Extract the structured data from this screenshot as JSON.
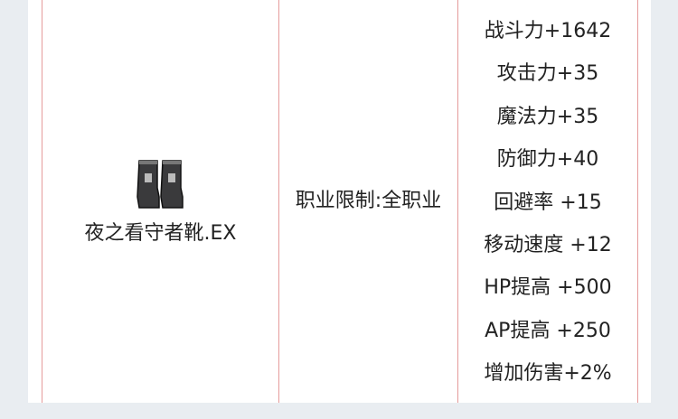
{
  "item": {
    "name": "夜之看守者靴.EX",
    "icon": "boots-icon"
  },
  "requirement": "职业限制:全职业",
  "stats": [
    "战斗力+1642",
    "攻击力+35",
    "魔法力+35",
    "防御力+40",
    "回避率 +15",
    "移动速度 +12",
    "HP提高 +500",
    "AP提高 +250",
    "增加伤害+2%"
  ],
  "colors": {
    "border": "#e59b9b",
    "background": "#e9edf1"
  }
}
